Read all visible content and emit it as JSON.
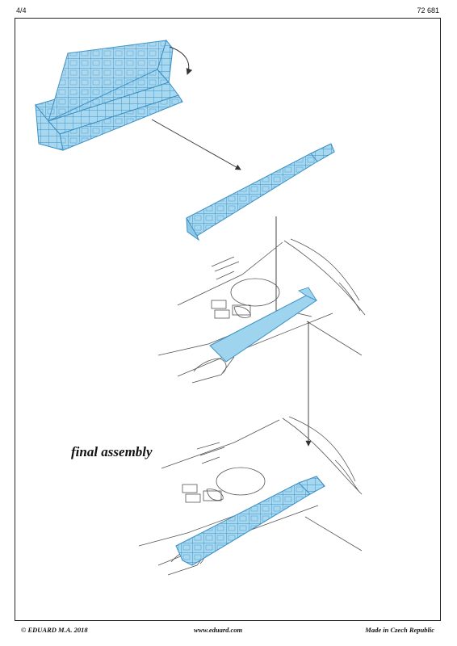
{
  "header": {
    "page": "4/4",
    "code": "72 681"
  },
  "title": "final assembly",
  "footer": {
    "copyright": "© EDUARD  M.A. 2018",
    "website": "www.eduard.com",
    "origin": "Made in Czech Republic"
  },
  "colors": {
    "part_fill": "#9fd4ee",
    "part_stroke": "#3a8fc4",
    "line": "#555555"
  },
  "icons": [
    "rotation-arrow-icon",
    "assembly-arrow-icon"
  ]
}
